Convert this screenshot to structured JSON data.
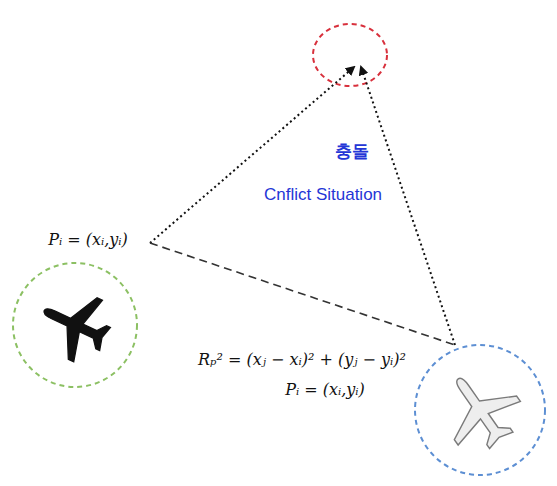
{
  "diagram": {
    "nodes": [
      {
        "text": [
          "Pᵢ = (xᵢ,yᵢ)"
        ]
      },
      {
        "text": [
          "Pᵢ = (xᵢ,yᵢ)"
        ]
      }
    ],
    "edges": [
      {
        "from": 0,
        "to": 1,
        "arrow": "none",
        "label": "Rₚ² = (xⱼ − xᵢ)² + (yⱼ − yᵢ)²"
      }
    ],
    "labels": [
      "충돌",
      "Cnflict Situation"
    ]
  }
}
